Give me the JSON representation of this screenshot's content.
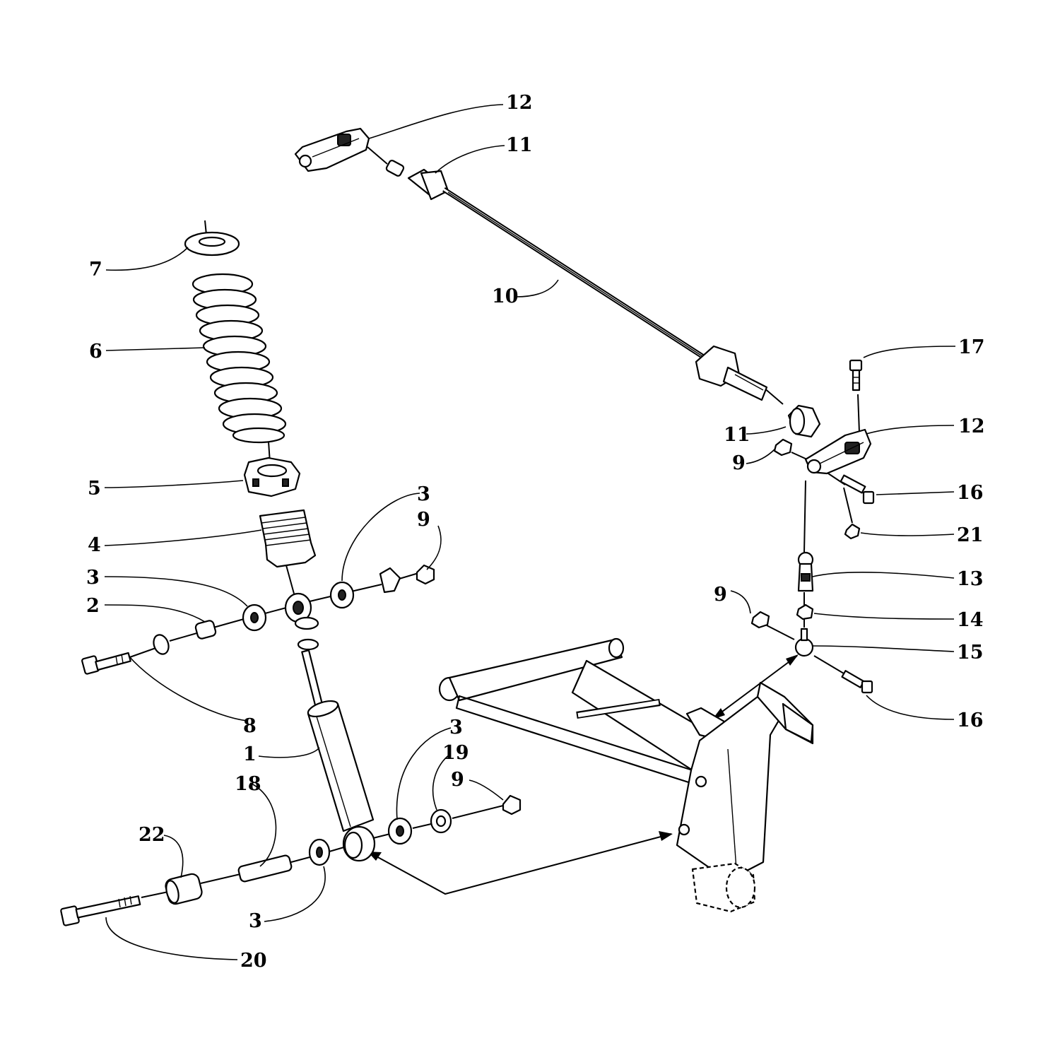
{
  "diagram": {
    "callouts": [
      {
        "id": "c12a",
        "text": "12"
      },
      {
        "id": "c11a",
        "text": "11"
      },
      {
        "id": "c10",
        "text": "10"
      },
      {
        "id": "c7",
        "text": "7"
      },
      {
        "id": "c6",
        "text": "6"
      },
      {
        "id": "c5",
        "text": "5"
      },
      {
        "id": "c4",
        "text": "4"
      },
      {
        "id": "c3a",
        "text": "3"
      },
      {
        "id": "c9a",
        "text": "9"
      },
      {
        "id": "c3b",
        "text": "3"
      },
      {
        "id": "c2",
        "text": "2"
      },
      {
        "id": "c8",
        "text": "8"
      },
      {
        "id": "c1",
        "text": "1"
      },
      {
        "id": "c18",
        "text": "18"
      },
      {
        "id": "c22",
        "text": "22"
      },
      {
        "id": "c20",
        "text": "20"
      },
      {
        "id": "c3c",
        "text": "3"
      },
      {
        "id": "c3d",
        "text": "3"
      },
      {
        "id": "c19",
        "text": "19"
      },
      {
        "id": "c9b",
        "text": "9"
      },
      {
        "id": "c17",
        "text": "17"
      },
      {
        "id": "c11b",
        "text": "11"
      },
      {
        "id": "c12b",
        "text": "12"
      },
      {
        "id": "c9c",
        "text": "9"
      },
      {
        "id": "c16a",
        "text": "16"
      },
      {
        "id": "c21",
        "text": "21"
      },
      {
        "id": "c13",
        "text": "13"
      },
      {
        "id": "c9d",
        "text": "9"
      },
      {
        "id": "c14",
        "text": "14"
      },
      {
        "id": "c15",
        "text": "15"
      },
      {
        "id": "c16b",
        "text": "16"
      }
    ]
  }
}
